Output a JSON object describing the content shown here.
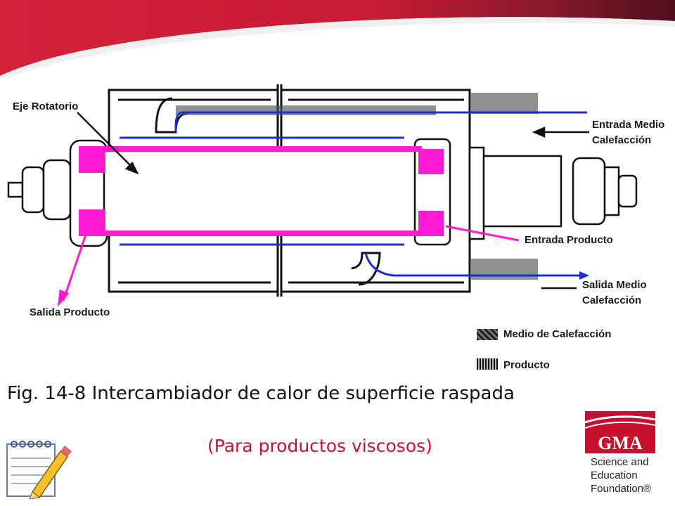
{
  "diagram": {
    "labels": {
      "rotating_shaft": "Eje Rotatorio",
      "heating_in_1": "Entrada Medio",
      "heating_in_2": "Calefacción",
      "product_in": "Entrada Producto",
      "heating_out_1": "Salida Medio",
      "heating_out_2": "Calefacción",
      "product_out": "Salida Producto"
    },
    "legend": [
      {
        "label": "Medio de Calefacción",
        "icon": "heating-medium-swatch"
      },
      {
        "label": "Producto",
        "icon": "product-swatch"
      }
    ],
    "colors": {
      "heating_flow": "#1c2fd6",
      "product_flow": "#ff19d2"
    }
  },
  "caption": "Fig. 14-8  Intercambiador de calor de superficie raspada",
  "subcaption": "(Para productos viscosos)",
  "logo": {
    "mark": "GMA",
    "line1": "Science and",
    "line2": "Education",
    "line3": "Foundation®"
  }
}
